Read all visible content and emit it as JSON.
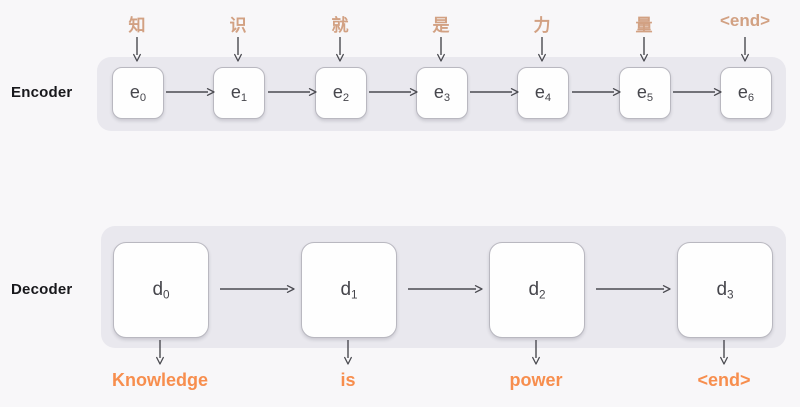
{
  "colors": {
    "bg": "#f8f7f9",
    "band": "#e9e8ee",
    "box-bg": "#fefefe",
    "box-border": "#b9b8c0",
    "box-text": "#46464c",
    "arrow": "#4a4a50",
    "label-text": "#18181c",
    "input-token": "#d2a183",
    "output-token": "#f78e4e"
  },
  "encoder": {
    "label": "Encoder",
    "tokens": [
      "知",
      "识",
      "就",
      "是",
      "力",
      "量",
      "<end>"
    ],
    "units": [
      {
        "base": "e",
        "sub": "0"
      },
      {
        "base": "e",
        "sub": "1"
      },
      {
        "base": "e",
        "sub": "2"
      },
      {
        "base": "e",
        "sub": "3"
      },
      {
        "base": "e",
        "sub": "4"
      },
      {
        "base": "e",
        "sub": "5"
      },
      {
        "base": "e",
        "sub": "6"
      }
    ]
  },
  "decoder": {
    "label": "Decoder",
    "units": [
      {
        "base": "d",
        "sub": "0"
      },
      {
        "base": "d",
        "sub": "1"
      },
      {
        "base": "d",
        "sub": "2"
      },
      {
        "base": "d",
        "sub": "3"
      }
    ],
    "outputs": [
      "Knowledge",
      "is",
      "power",
      "<end>"
    ]
  }
}
